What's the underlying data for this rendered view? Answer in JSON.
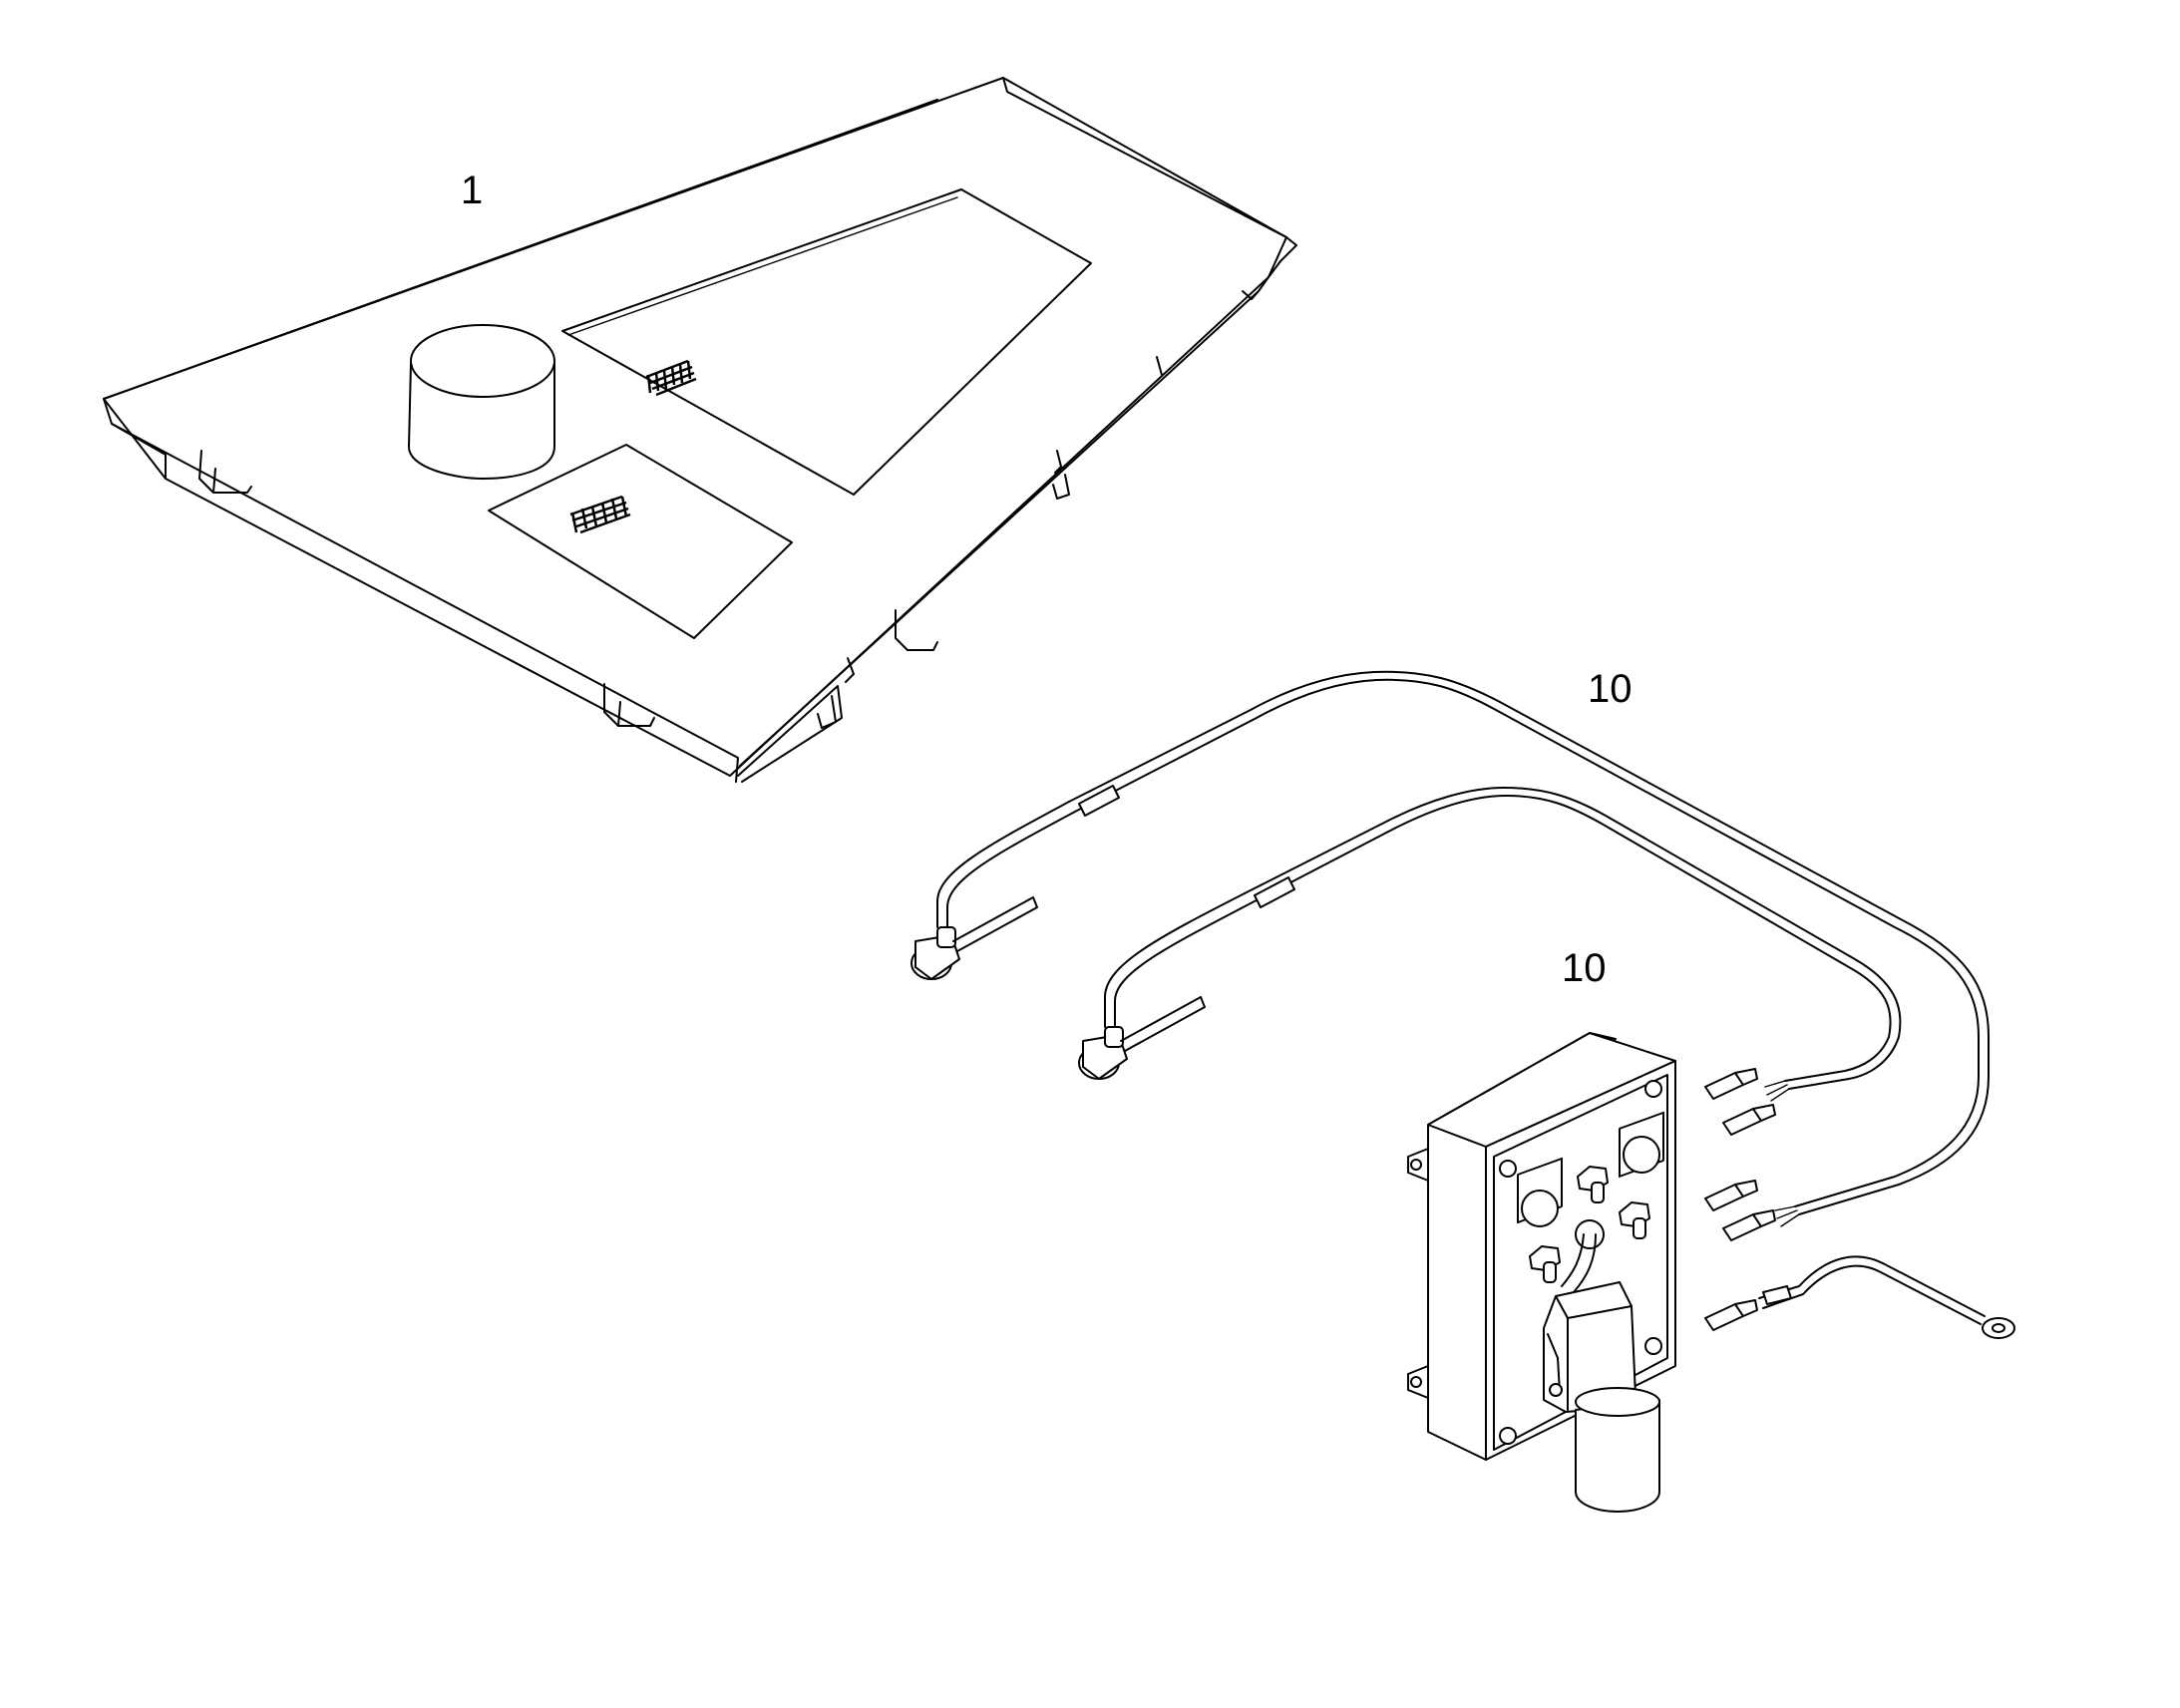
{
  "callouts": {
    "top_cover": "1",
    "cable_harness": "10",
    "control_box": "10"
  }
}
